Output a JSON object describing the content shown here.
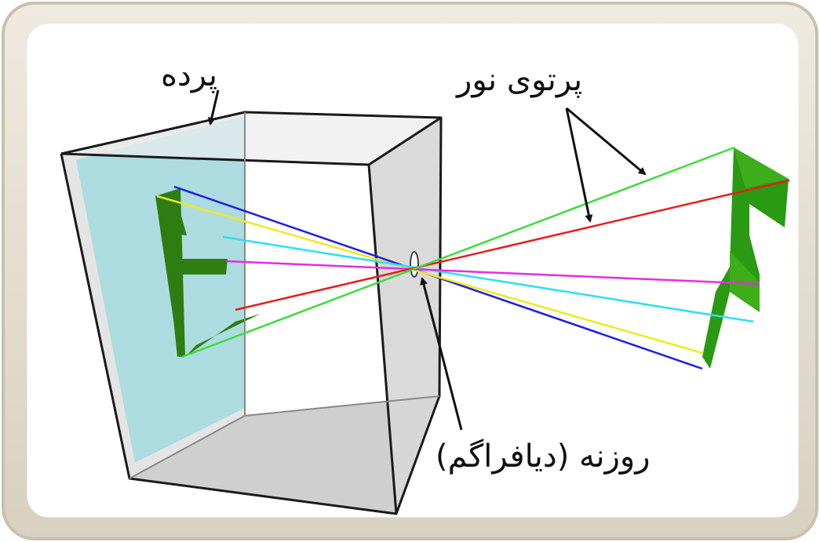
{
  "labels": {
    "screen": "پرده",
    "light_rays": "پرتوی نور",
    "aperture": "روزنه (دیافراگم)"
  },
  "colors": {
    "frame_border": "#d6cfbf",
    "frame_inner": "#e7e3da",
    "screen": "#a9dbde",
    "box_face": "#d9d9d9",
    "box_edge": "#1a1a1a",
    "letter": "#2e7d12",
    "ray_blue": "#1e1ee6",
    "ray_yellow": "#f0e81e",
    "ray_cyan": "#2ce0f0",
    "ray_magenta": "#e62ce6",
    "ray_red": "#e61e1e",
    "ray_green": "#3cdc3c"
  },
  "icons": {
    "screen_pointer": "arrow-down-icon",
    "rays_pointer": "double-arrow-icon",
    "aperture_pointer": "arrow-up-left-icon"
  }
}
